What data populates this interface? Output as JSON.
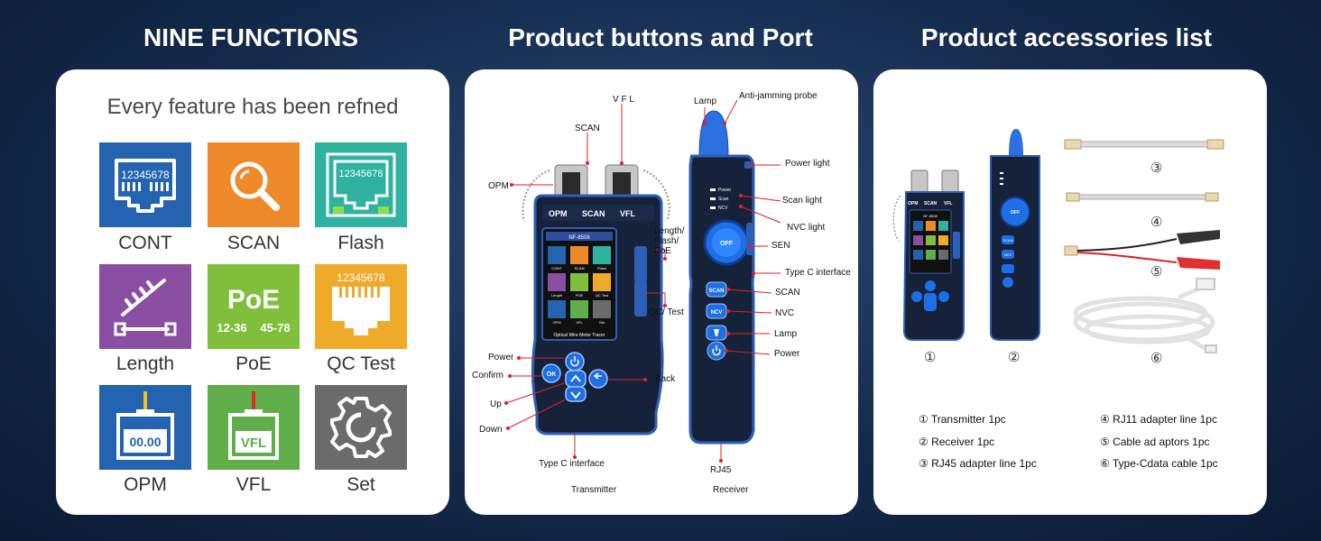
{
  "headings": {
    "left": "NINE FUNCTIONS",
    "middle": "Product buttons and Port",
    "right": "Product accessories list"
  },
  "features": {
    "subtitle": "Every feature has been refned",
    "tiles": [
      {
        "label": "CONT",
        "color": "#2463b0",
        "icon_text": "12345678"
      },
      {
        "label": "SCAN",
        "color": "#ef8a2b"
      },
      {
        "label": "Flash",
        "color": "#2fb3a0",
        "icon_text": "12345678"
      },
      {
        "label": "Length",
        "color": "#8a4fa3"
      },
      {
        "label": "PoE",
        "color": "#7fbf3a",
        "icon_text": "PoE",
        "icon_sub_a": "12-36",
        "icon_sub_b": "45-78"
      },
      {
        "label": "QC Test",
        "color": "#efaa2a",
        "icon_text": "12345678"
      },
      {
        "label": "OPM",
        "color": "#2463b0",
        "icon_text": "00.00"
      },
      {
        "label": "VFL",
        "color": "#5fae4a",
        "icon_text": "VFL"
      },
      {
        "label": "Set",
        "color": "#6b6b6b"
      }
    ]
  },
  "device": {
    "transmitter": {
      "caption": "Transmitter",
      "model": "NF-8508",
      "port_labels": [
        "OPM",
        "SCAN",
        "VFL"
      ],
      "screen_icons": [
        "CONT",
        "SCAN",
        "Flash",
        "Length",
        "POE",
        "QC Test",
        "OPM",
        "VFL",
        "Set"
      ],
      "screen_footer": "Optical Wire Meter Tracer",
      "ok_label": "OK",
      "callouts": {
        "vfl": "V F L",
        "scan": "SCAN",
        "opm": "OPM",
        "length_flash_poe": "Length/ Flash/ PoE",
        "qc_test": "QC/ Test",
        "power": "Power",
        "confirm": "Confirm",
        "up": "Up",
        "down": "Down",
        "back": "Back",
        "type_c": "Type C interface"
      }
    },
    "receiver": {
      "caption": "Receiver",
      "led_labels": [
        "Power",
        "Scan",
        "NCV"
      ],
      "off_label": "OFF",
      "button_labels": [
        "SCAN",
        "NCV"
      ],
      "callouts": {
        "lamp_top": "Lamp",
        "probe": "Anti-jamming probe",
        "power_light": "Power light",
        "scan_light": "Scan light",
        "nvc_light": "NVC light",
        "sen": "SEN",
        "type_c": "Type C interface",
        "scan": "SCAN",
        "nvc": "NVC",
        "lamp": "Lamp",
        "power": "Power",
        "rj45": "RJ45"
      }
    }
  },
  "accessories": {
    "mini_transmitter_model": "NF-8508",
    "mini_port_labels": [
      "OPM",
      "SCAN",
      "VFL"
    ],
    "mini_off_label": "OFF",
    "mini_button_labels": [
      "SCAN",
      "NCV"
    ],
    "numbers": [
      "①",
      "②",
      "③",
      "④",
      "⑤",
      "⑥"
    ],
    "list": [
      "① Transmitter 1pc",
      "② Receiver 1pc",
      "③ RJ45 adapter line 1pc",
      "④ RJ11 adapter line 1pc",
      "⑤ Cable ad aptors 1pc",
      "⑥ Type-Cdata cable 1pc"
    ]
  }
}
